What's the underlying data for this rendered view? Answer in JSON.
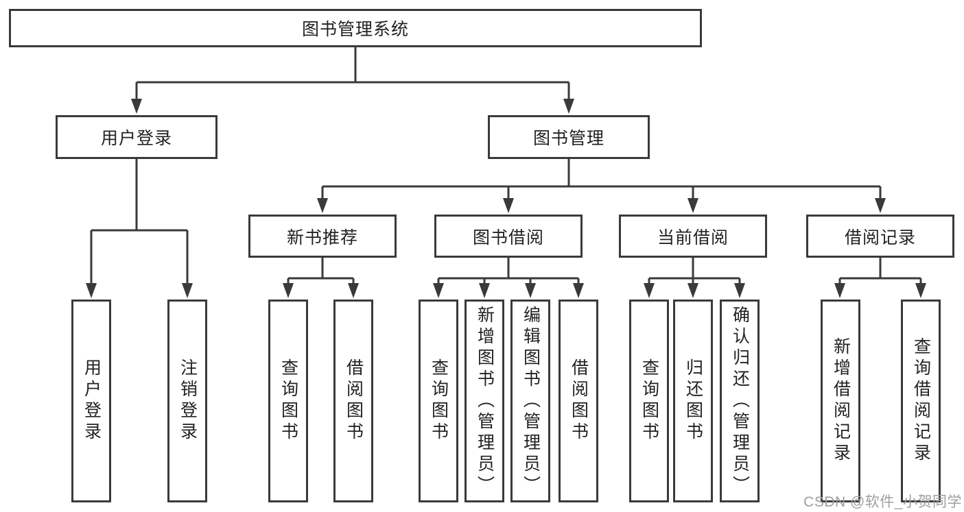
{
  "tree": {
    "root": {
      "label": "图书管理系统"
    },
    "branches": [
      {
        "label": "用户登录",
        "children": [
          {
            "label": "用户登录"
          },
          {
            "label": "注销登录"
          }
        ]
      },
      {
        "label": "图书管理",
        "children": [
          {
            "label": "新书推荐",
            "children": [
              {
                "label": "查询图书"
              },
              {
                "label": "借阅图书"
              }
            ]
          },
          {
            "label": "图书借阅",
            "children": [
              {
                "label": "查询图书"
              },
              {
                "label": "新增图书（管理员）"
              },
              {
                "label": "编辑图书（管理员）"
              },
              {
                "label": "借阅图书"
              }
            ]
          },
          {
            "label": "当前借阅",
            "children": [
              {
                "label": "查询图书"
              },
              {
                "label": "归还图书"
              },
              {
                "label": "确认归还（管理员）"
              }
            ]
          },
          {
            "label": "借阅记录",
            "children": [
              {
                "label": "新增借阅记录"
              },
              {
                "label": "查询借阅记录"
              }
            ]
          }
        ]
      }
    ]
  },
  "watermark": "CSDN @软件_小贺同学",
  "colors": {
    "line": "#3a3a3a",
    "text": "#222222",
    "watermark": "#9e9e9e",
    "background": "#ffffff"
  }
}
